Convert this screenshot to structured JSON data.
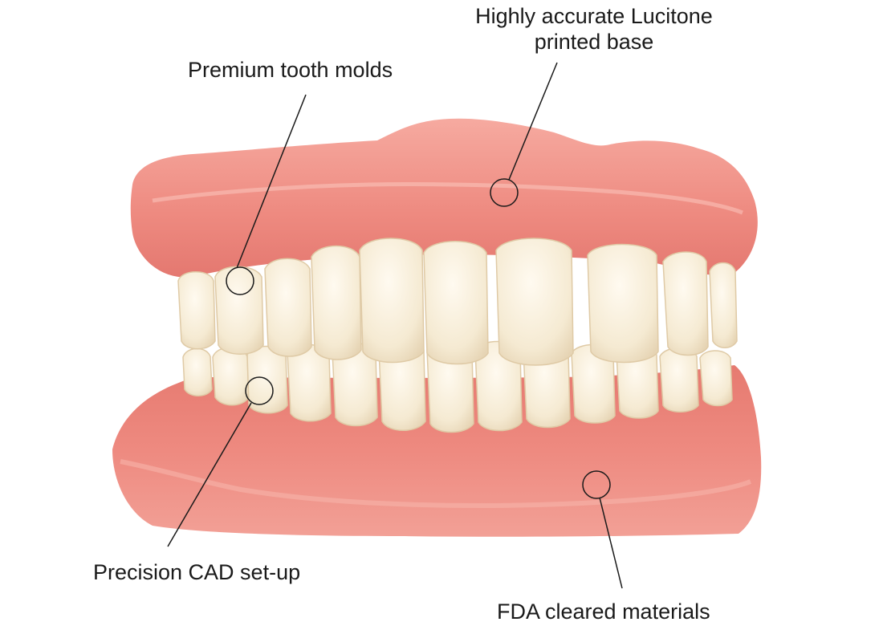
{
  "callouts": {
    "tooth_molds": "Premium tooth molds",
    "printed_base_line1": "Highly accurate Lucitone",
    "printed_base_line2": "printed base",
    "cad_setup": "Precision CAD set-up",
    "fda_materials": "FDA cleared materials"
  },
  "colors": {
    "gum": "#ee8a80",
    "gum_dark": "#d8655c",
    "tooth": "#f6ecd8",
    "leader_line": "#1a1a1a"
  }
}
